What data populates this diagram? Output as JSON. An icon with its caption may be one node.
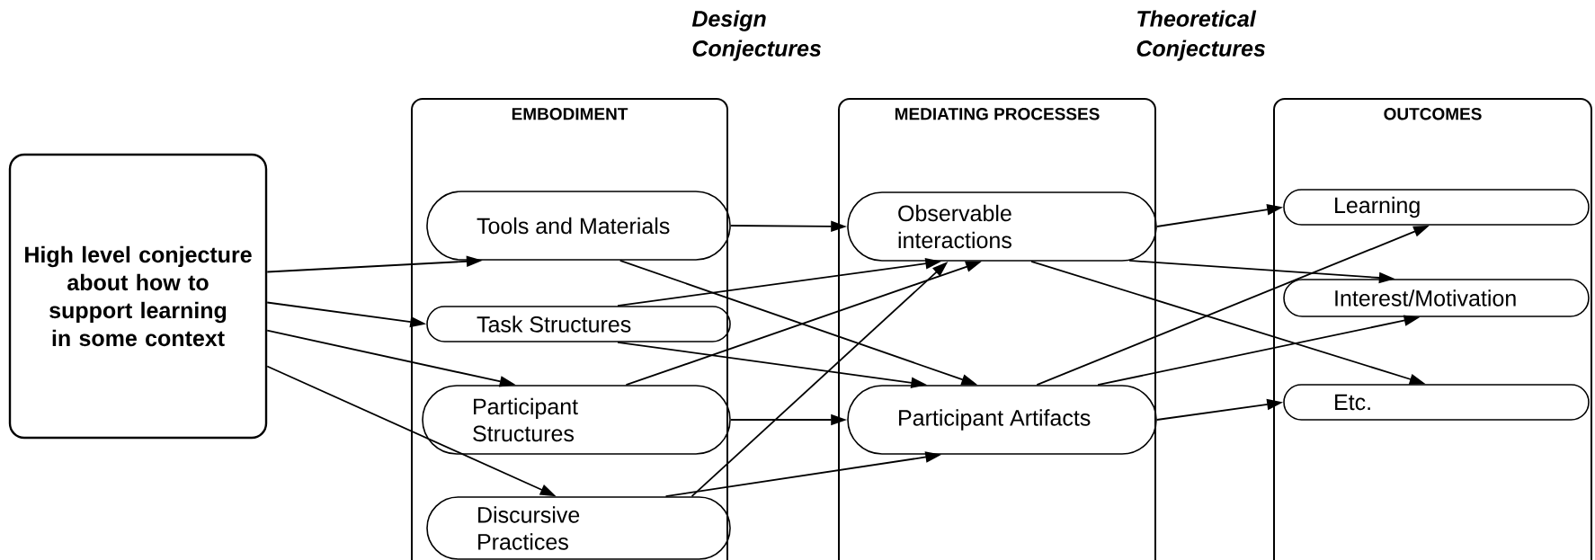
{
  "diagram": {
    "nodes": [
      {
        "text": [
          "High level conjecture about how to support learning in some context"
        ]
      },
      {
        "text": [
          "EMBODIMENT"
        ]
      },
      {
        "text": [
          "Tools and Materials"
        ],
        "in": 1
      },
      {
        "text": [
          "Task Structures"
        ],
        "in": 1
      },
      {
        "text": [
          "Participant Structures"
        ],
        "in": 1
      },
      {
        "text": [
          "Discursive Practices"
        ],
        "in": 1
      },
      {
        "text": [
          "MEDIATING PROCESSES"
        ]
      },
      {
        "text": [
          "Observable interactions"
        ],
        "in": 6
      },
      {
        "text": [
          "Participant Artifacts"
        ],
        "in": 6
      },
      {
        "text": [
          "OUTCOMES"
        ]
      },
      {
        "text": [
          "Learning"
        ],
        "in": 9
      },
      {
        "text": [
          "Interest/Motivation"
        ],
        "in": 9
      },
      {
        "text": [
          "Etc."
        ],
        "in": 9
      }
    ],
    "edges": [
      {
        "from": 0,
        "to": 2,
        "arrow": "to"
      },
      {
        "from": 0,
        "to": 3,
        "arrow": "to"
      },
      {
        "from": 0,
        "to": 4,
        "arrow": "to"
      },
      {
        "from": 0,
        "to": 5,
        "arrow": "to"
      },
      {
        "from": 2,
        "to": 7,
        "arrow": "to"
      },
      {
        "from": 2,
        "to": 8,
        "arrow": "to"
      },
      {
        "from": 3,
        "to": 7,
        "arrow": "to"
      },
      {
        "from": 3,
        "to": 8,
        "arrow": "to"
      },
      {
        "from": 4,
        "to": 7,
        "arrow": "to"
      },
      {
        "from": 4,
        "to": 8,
        "arrow": "to"
      },
      {
        "from": 5,
        "to": 7,
        "arrow": "to"
      },
      {
        "from": 5,
        "to": 8,
        "arrow": "to"
      },
      {
        "from": 7,
        "to": 10,
        "arrow": "to"
      },
      {
        "from": 7,
        "to": 11,
        "arrow": "to"
      },
      {
        "from": 7,
        "to": 12,
        "arrow": "to"
      },
      {
        "from": 8,
        "to": 10,
        "arrow": "to"
      },
      {
        "from": 8,
        "to": 11,
        "arrow": "to"
      },
      {
        "from": 8,
        "to": 12,
        "arrow": "to"
      }
    ],
    "labels": [
      "Design Conjectures",
      "Theoretical Conjectures"
    ]
  }
}
